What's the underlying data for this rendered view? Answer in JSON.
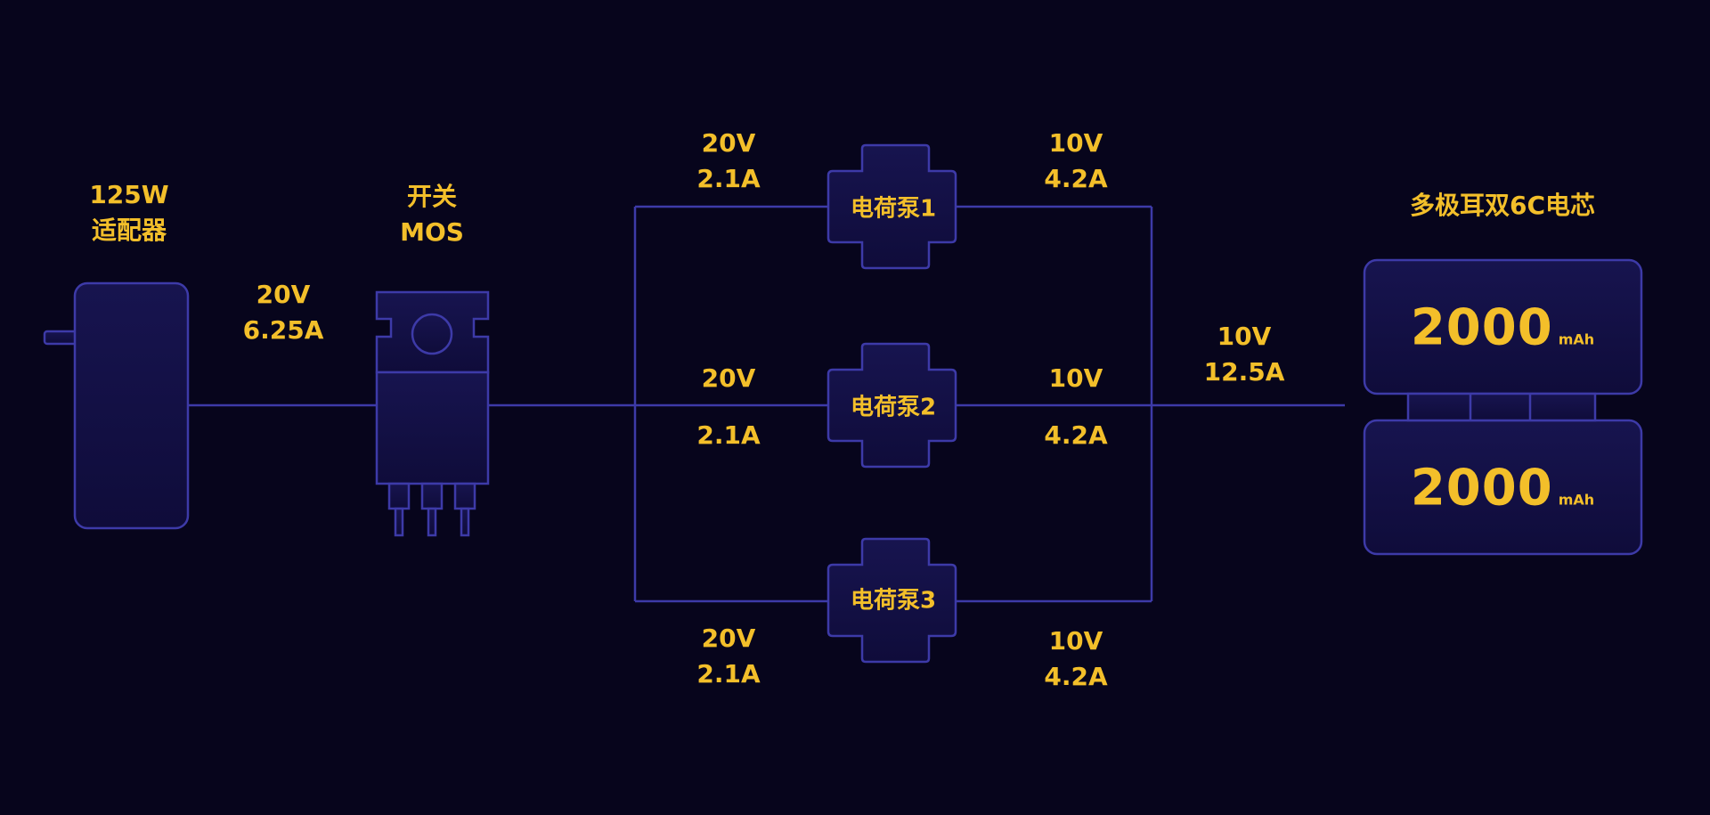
{
  "adapter": {
    "power": "125W",
    "name": "适配器"
  },
  "mos": {
    "line1": "开关",
    "line2": "MOS"
  },
  "input": {
    "voltage": "20V",
    "current": "6.25A"
  },
  "pumps": [
    {
      "name": "电荷泵1",
      "in_v": "20V",
      "in_a": "2.1A",
      "out_v": "10V",
      "out_a": "4.2A"
    },
    {
      "name": "电荷泵2",
      "in_v": "20V",
      "in_a": "2.1A",
      "out_v": "10V",
      "out_a": "4.2A"
    },
    {
      "name": "电荷泵3",
      "in_v": "20V",
      "in_a": "2.1A",
      "out_v": "10V",
      "out_a": "4.2A"
    }
  ],
  "output": {
    "voltage": "10V",
    "current": "12.5A"
  },
  "battery": {
    "title": "多极耳双6C电芯",
    "cells": [
      {
        "capacity": "2000",
        "unit": "mAh"
      },
      {
        "capacity": "2000",
        "unit": "mAh"
      }
    ]
  },
  "colors": {
    "background": "#07051c",
    "line": "#3d3aa8",
    "text": "#f3bf2a",
    "fill": "#14114a"
  }
}
